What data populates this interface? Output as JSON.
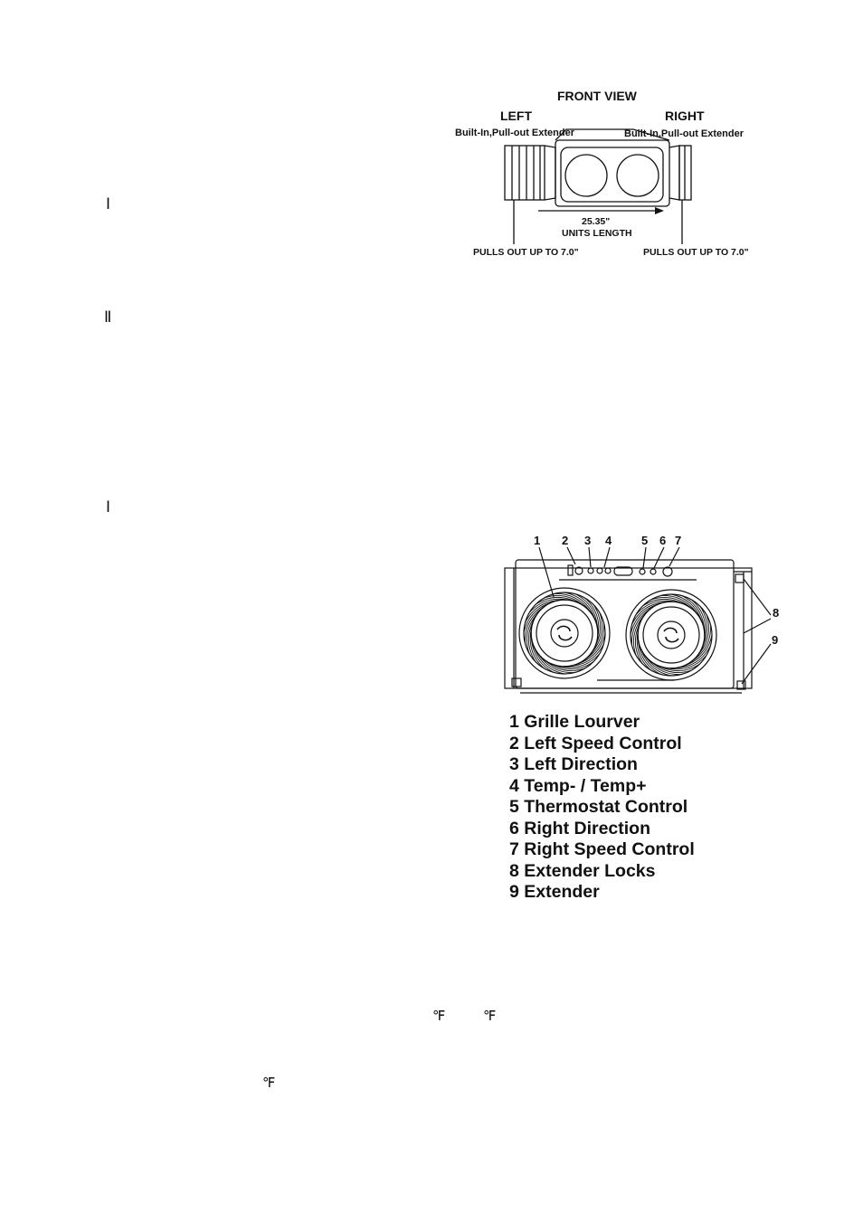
{
  "page": {
    "markers": [
      "Ⅰ",
      "Ⅱ",
      "Ⅰ"
    ],
    "units": [
      "℉",
      "℉",
      "℉"
    ]
  },
  "front_view": {
    "title": "FRONT VIEW",
    "left_label": "LEFT",
    "right_label": "RIGHT",
    "left_extender": "Built-In,Pull-out Extender",
    "right_extender": "Built-In,Pull-out Extender",
    "length_value": "25.35\"",
    "length_label": "UNITS LENGTH",
    "left_pull": "PULLS OUT UP TO 7.0\"",
    "right_pull": "PULLS OUT UP TO 7.0\""
  },
  "fan_diagram": {
    "callouts_top": [
      "1",
      "2",
      "3",
      "4",
      "5",
      "6",
      "7"
    ],
    "callouts_side": [
      "8",
      "9"
    ],
    "legend": [
      "1 Grille Lourver",
      "2 Left Speed Control",
      "3 Left Direction",
      "4 Temp- / Temp+",
      "5 Thermostat Control",
      "6 Right Direction",
      "7 Right Speed Control",
      "8 Extender Locks",
      "9 Extender"
    ]
  }
}
